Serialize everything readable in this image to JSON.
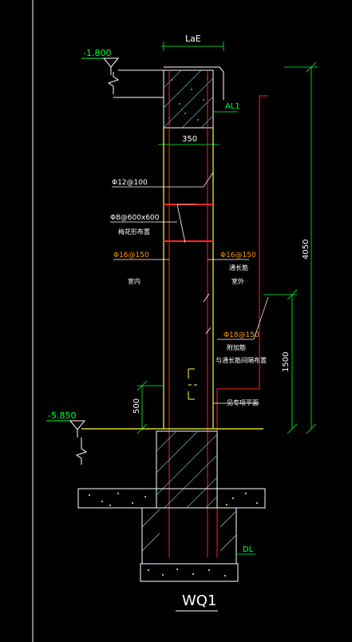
{
  "drawing": {
    "title": "WQ1",
    "colors": {
      "background": "#000000",
      "wall": "#ffff33",
      "rebar": "#ff2222",
      "dimension": "#00ff33",
      "leader": "#ffffff",
      "hatch": "#7fd5d5",
      "orange_label": "#ff9900",
      "grid": "#ffffff"
    },
    "levels": [
      {
        "id": "top",
        "label": "-1.800"
      },
      {
        "id": "bottom",
        "label": "-5.850"
      }
    ],
    "labels": {
      "lae": "LaE",
      "al1": "AL1",
      "width_350": "350",
      "rebar_tie": "Φ12@100",
      "rebar_tie_spacing": "Φ8@600x600",
      "tie_note": "梅花形布置",
      "horiz_left": "Φ16@150",
      "horiz_right": "Φ16@150",
      "through_right": "通长筋",
      "outside_right": "室外",
      "inside_left": "室内",
      "vert_add": "Φ18@150",
      "vert_add_note1": "附加筋",
      "vert_add_note2": "与通长筋间隔布置",
      "dim_4050": "4050",
      "dim_1500": "1500",
      "dim_500": "500",
      "waterstop": "见专项平面",
      "dl": "DL"
    }
  }
}
